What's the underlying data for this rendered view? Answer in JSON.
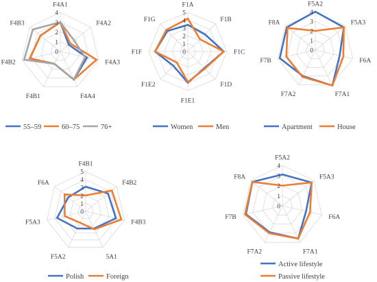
{
  "colors": {
    "blue": "#4472c4",
    "orange": "#ed7d31",
    "gray": "#a5a5a5",
    "grid": "#d9d9d9"
  },
  "chart_data": [
    {
      "type": "radar",
      "categories": [
        "F4A1",
        "F4A2",
        "F4A3",
        "F4A4",
        "F4B1",
        "F4B2",
        "F4B3"
      ],
      "ticks": [
        0,
        1,
        2,
        3,
        4
      ],
      "range": [
        0,
        4
      ],
      "legend_position": "bottom",
      "series": [
        {
          "name": "55–59",
          "color": "#4472c4",
          "values": [
            3,
            1.1,
            2.8,
            3.2,
            1.4,
            3.2,
            2.6
          ]
        },
        {
          "name": "60–75",
          "color": "#ed7d31",
          "values": [
            3,
            1.3,
            3.8,
            3.2,
            1.4,
            3.2,
            2.6
          ]
        },
        {
          "name": "76+",
          "color": "#a5a5a5",
          "values": [
            3,
            1.8,
            2.6,
            3.2,
            1.4,
            3.8,
            3.6
          ]
        }
      ]
    },
    {
      "type": "radar",
      "categories": [
        "F1A",
        "F1B",
        "F1C",
        "F1D",
        "F1E1",
        "F1E2",
        "F1F",
        "F1G"
      ],
      "ticks": [
        0,
        1,
        2,
        3,
        4,
        5
      ],
      "range": [
        0,
        5
      ],
      "legend_position": "bottom",
      "series": [
        {
          "name": "Women",
          "color": "#4472c4",
          "values": [
            3.4,
            3.1,
            4.6,
            3,
            4,
            2.6,
            4.2,
            3.7
          ]
        },
        {
          "name": "Men",
          "color": "#ed7d31",
          "values": [
            4.2,
            2.2,
            4.6,
            3.1,
            3.9,
            2,
            4.2,
            3.9
          ]
        }
      ]
    },
    {
      "type": "radar",
      "categories": [
        "F5A2",
        "F5A3",
        "F6A",
        "F7A1",
        "F7A2",
        "F7B",
        "F8A"
      ],
      "ticks": [
        0,
        1,
        2,
        3,
        4
      ],
      "range": [
        0,
        4
      ],
      "legend_position": "bottom",
      "series": [
        {
          "name": "Apartment",
          "color": "#4472c4",
          "values": [
            4,
            3.8,
            2.6,
            4.1,
            3,
            3.8,
            3.8
          ]
        },
        {
          "name": "House",
          "color": "#ed7d31",
          "values": [
            2,
            3.8,
            3,
            4.1,
            3.1,
            3.1,
            3.7
          ]
        }
      ]
    },
    {
      "type": "radar",
      "categories": [
        "F4B1",
        "F4B2",
        "F4B3",
        "5A1",
        "F5A2",
        "F5A3",
        "F6A"
      ],
      "ticks": [
        0,
        1,
        2,
        3,
        4,
        5
      ],
      "range": [
        0,
        5
      ],
      "legend_position": "bottom",
      "series": [
        {
          "name": "Polish",
          "color": "#4472c4",
          "values": [
            3.1,
            3.6,
            3.9,
            2.4,
            2.4,
            3.7,
            2.8
          ]
        },
        {
          "name": "Foreign",
          "color": "#ed7d31",
          "values": [
            2,
            4.2,
            4.6,
            2.5,
            1.6,
            2.7,
            3.4
          ]
        }
      ]
    },
    {
      "type": "radar",
      "categories": [
        "F5A2",
        "F5A3",
        "F6A",
        "F7A1",
        "F7A2",
        "F7B",
        "F8A"
      ],
      "ticks": [
        0,
        1,
        2,
        3,
        4
      ],
      "range": [
        0,
        4
      ],
      "legend_position": "bottom",
      "series": [
        {
          "name": "Active lifestyle",
          "color": "#4472c4",
          "values": [
            3.1,
            3.7,
            2.4,
            3.6,
            2.9,
            3.7,
            3.8
          ]
        },
        {
          "name": "Passive lifestyle",
          "color": "#ed7d31",
          "values": [
            2,
            3.7,
            2.8,
            3.6,
            3,
            3.8,
            3.8
          ]
        }
      ]
    }
  ]
}
